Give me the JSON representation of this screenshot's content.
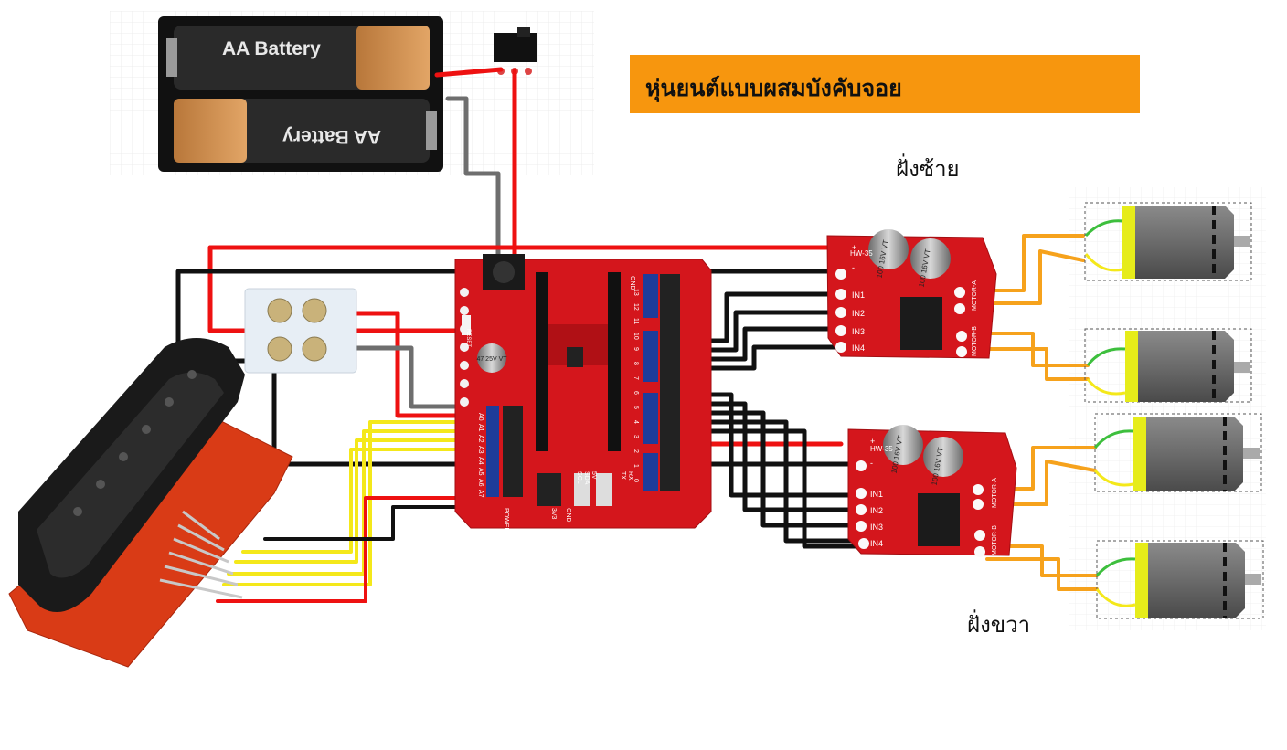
{
  "title": "หุ่นยนต์แบบผสมบังคับจอย",
  "labels": {
    "left_side": "ฝั่งซ้าย",
    "right_side": "ฝั่งขวา"
  },
  "battery": {
    "cell_label": "AA Battery"
  },
  "capacitor_text": {
    "upper": "100 16V VT",
    "shield": "47 25V VT"
  },
  "pin_labels": {
    "motor_driver": [
      "+",
      "-",
      "IN1",
      "IN2",
      "IN3",
      "IN4"
    ],
    "motor_driver_model": "HW-35",
    "motor_out": [
      "MOTOR-A",
      "MOTOR-B"
    ],
    "shield_left_pins": [
      "A0",
      "A1",
      "A2",
      "A3",
      "A4",
      "A5",
      "A6",
      "A7"
    ],
    "shield_right_pins": [
      "13",
      "12",
      "11",
      "10",
      "9",
      "8",
      "7",
      "6",
      "5",
      "4",
      "3",
      "2",
      "1",
      "0"
    ],
    "shield_misc": [
      "GND",
      "SCL",
      "SDA",
      "5V",
      "GND",
      "3V3",
      "TX",
      "RX",
      "POWER",
      "RESET"
    ]
  },
  "colors": {
    "banner": "#F7960E",
    "board_red": "#D4161C",
    "wire_red": "#EE1111",
    "wire_black": "#111111",
    "wire_gray": "#6E6E6E",
    "wire_yellow": "#F4E81A",
    "wire_orange": "#F6A21C",
    "wire_green": "#3DBF3D",
    "motor_gray": "#6B6B6B",
    "motor_yellow": "#E6EC1A"
  }
}
